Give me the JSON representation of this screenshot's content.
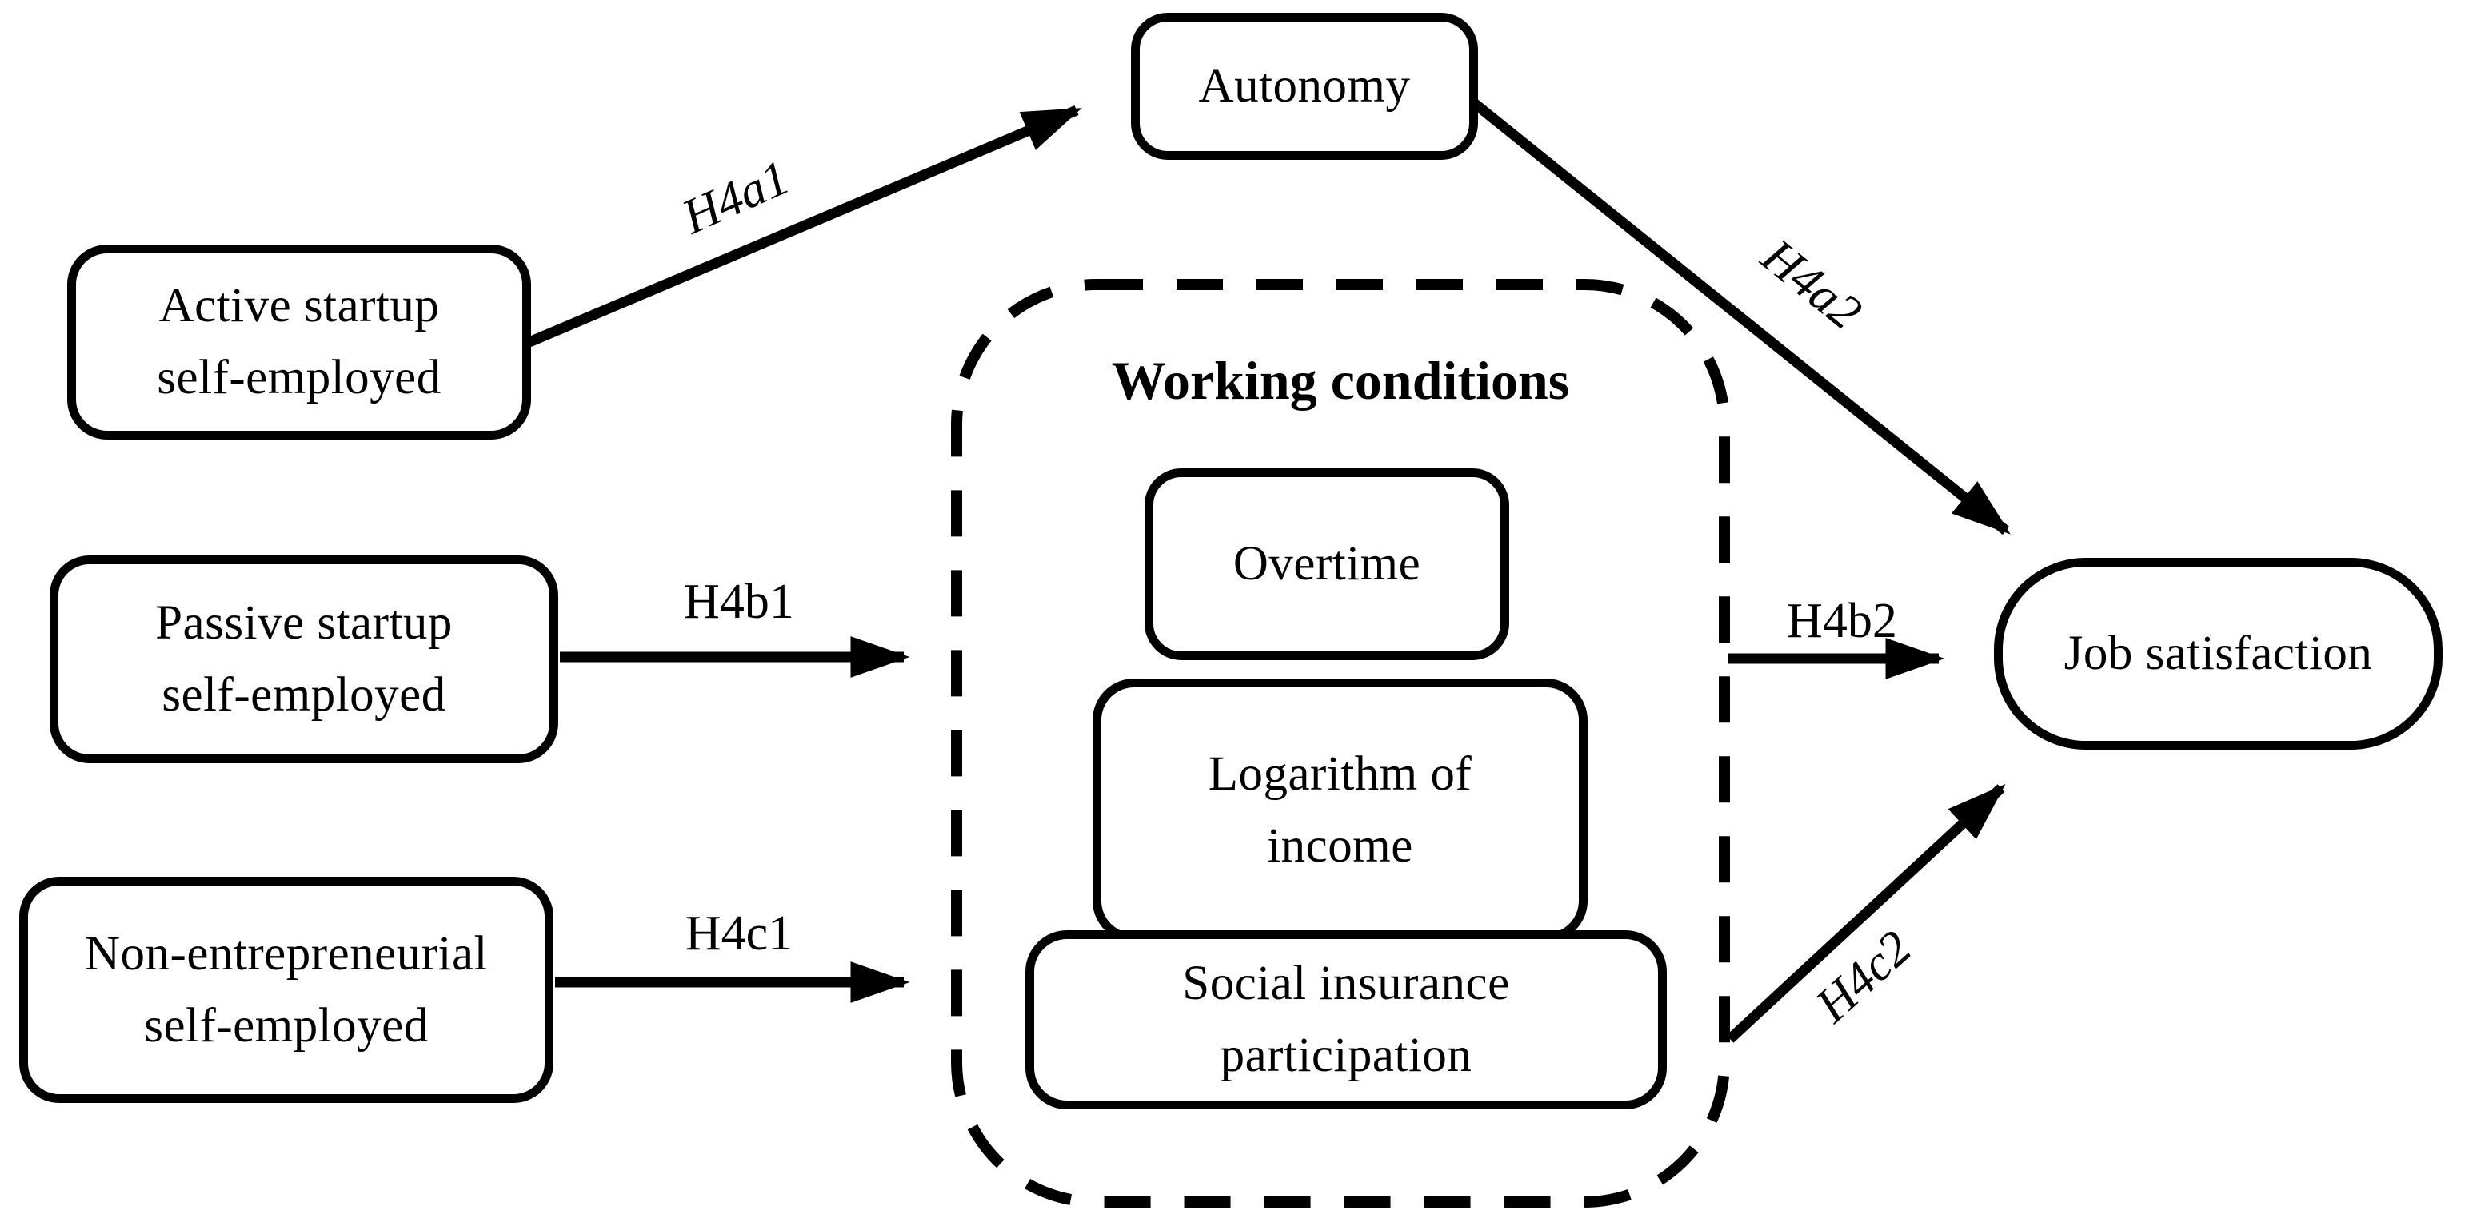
{
  "diagram": {
    "group_title": "Working conditions",
    "nodes": {
      "active": {
        "line1": "Active startup",
        "line2": "self-employed"
      },
      "passive": {
        "line1": "Passive startup",
        "line2": "self-employed"
      },
      "nonent": {
        "line1": "Non-entrepreneurial",
        "line2": "self-employed"
      },
      "autonomy": {
        "label": "Autonomy"
      },
      "overtime": {
        "label": "Overtime"
      },
      "log_income": {
        "line1": "Logarithm of",
        "line2": "income"
      },
      "social": {
        "line1": "Social insurance",
        "line2": "participation"
      },
      "job": {
        "label": "Job satisfaction"
      }
    },
    "edge_labels": {
      "h4a1": "H4a1",
      "h4a2": "H4a2",
      "h4b1": "H4b1",
      "h4b2": "H4b2",
      "h4c1": "H4c1",
      "h4c2": "H4c2"
    },
    "colors": {
      "line": "#000000",
      "background": "#ffffff"
    }
  }
}
